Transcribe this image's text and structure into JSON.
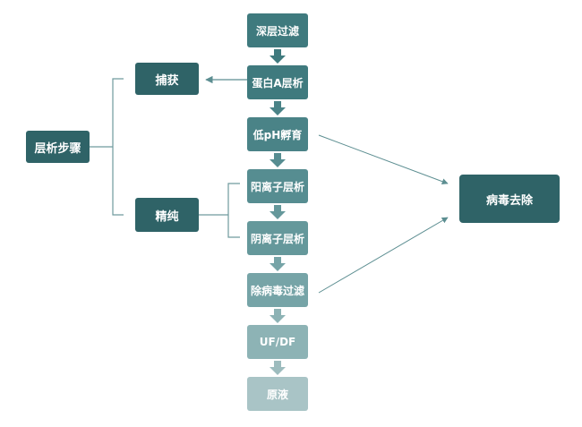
{
  "diagram": {
    "root": {
      "label": "层析步骤"
    },
    "branches": [
      {
        "label": "捕获"
      },
      {
        "label": "精纯"
      }
    ],
    "result": {
      "label": "病毒去除"
    },
    "steps": [
      {
        "label": "深层过滤"
      },
      {
        "label": "蛋白A层析"
      },
      {
        "label": "低pH孵育"
      },
      {
        "label": "阳离子层析"
      },
      {
        "label": "阴离子层析"
      },
      {
        "label": "除病毒过滤"
      },
      {
        "label": "UF/DF"
      },
      {
        "label": "原液"
      }
    ],
    "colors": {
      "dark": "#2f6367",
      "step_top": "#3f7a7e",
      "step_bottom": "#a9c4c6",
      "arrow": "#5f9699",
      "connector": "#5c8e91"
    }
  }
}
